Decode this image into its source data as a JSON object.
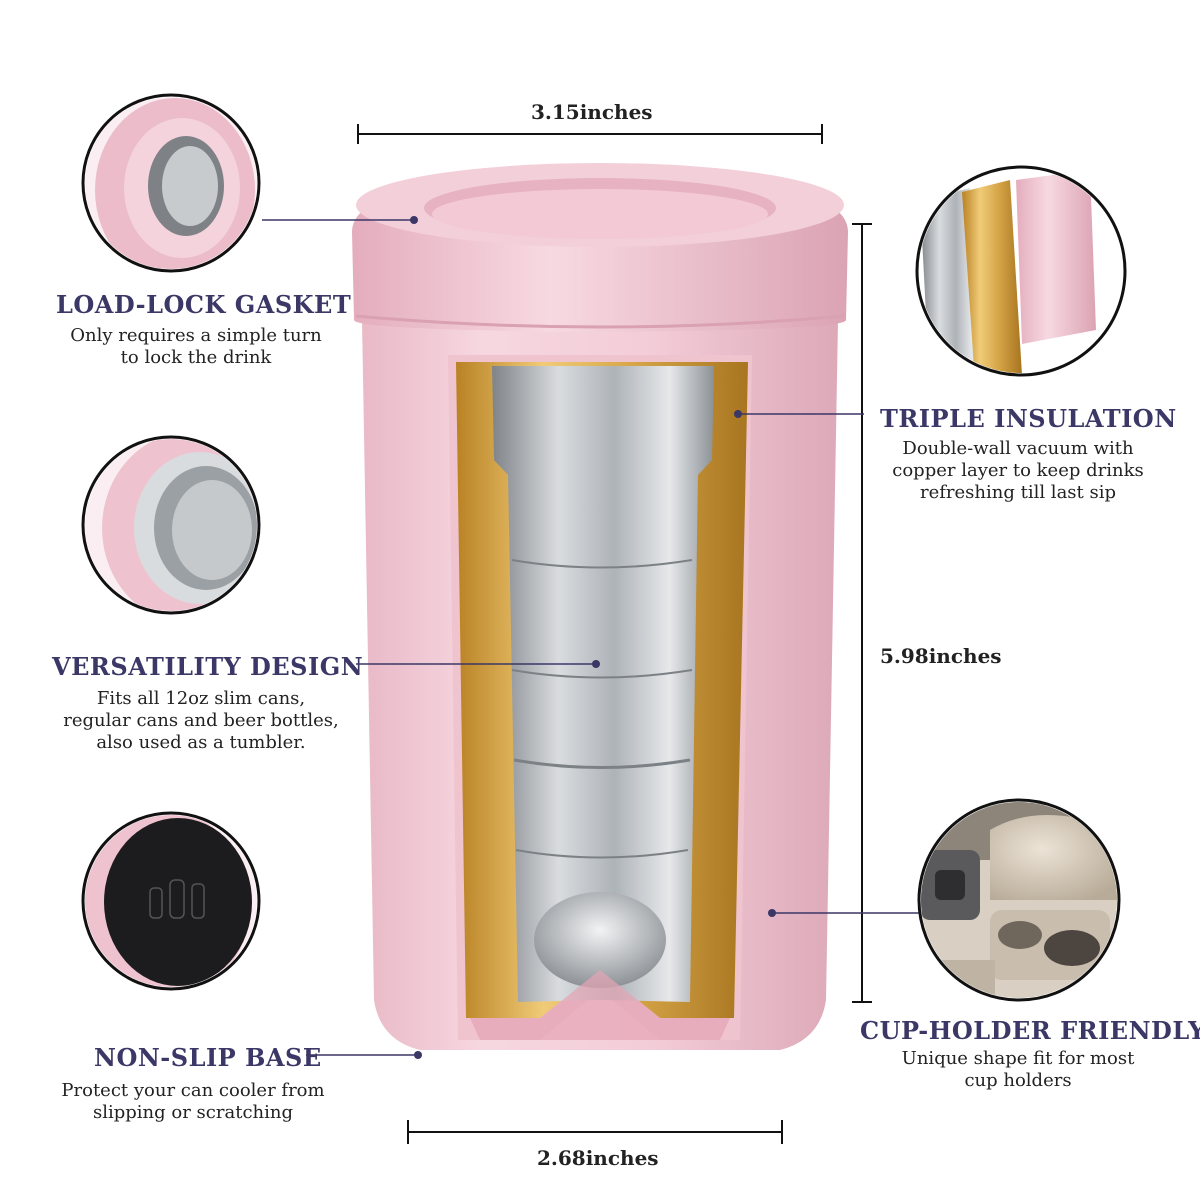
{
  "dimensions": {
    "top_width": "3.15inches",
    "height": "5.98inches",
    "bottom_width": "2.68inches"
  },
  "features": {
    "load_lock": {
      "title": "LOAD-LOCK GASKET",
      "lines": [
        "Only requires a simple turn",
        "to lock the drink"
      ]
    },
    "versatility": {
      "title": "VERSATILITY  DESIGN",
      "lines": [
        "Fits all 12oz slim cans,",
        "regular cans and beer bottles,",
        "also used as a tumbler."
      ]
    },
    "non_slip": {
      "title": "NON-SLIP BASE",
      "lines": [
        "Protect your can cooler from",
        "slipping or scratching"
      ]
    },
    "triple_insulation": {
      "title": "TRIPLE INSULATION",
      "lines": [
        "Double-wall vacuum with",
        "copper layer to keep drinks",
        "refreshing till last sip"
      ]
    },
    "cup_holder": {
      "title": "CUP-HOLDER FRIENDLY",
      "lines": [
        "Unique shape fit for most",
        "cup holders"
      ]
    }
  },
  "colors": {
    "title": "#3b3766",
    "body_pink": "#f0c8d4",
    "copper": "#d8a84a",
    "steel": "#b9bcc0",
    "leader": "#3b3766"
  }
}
